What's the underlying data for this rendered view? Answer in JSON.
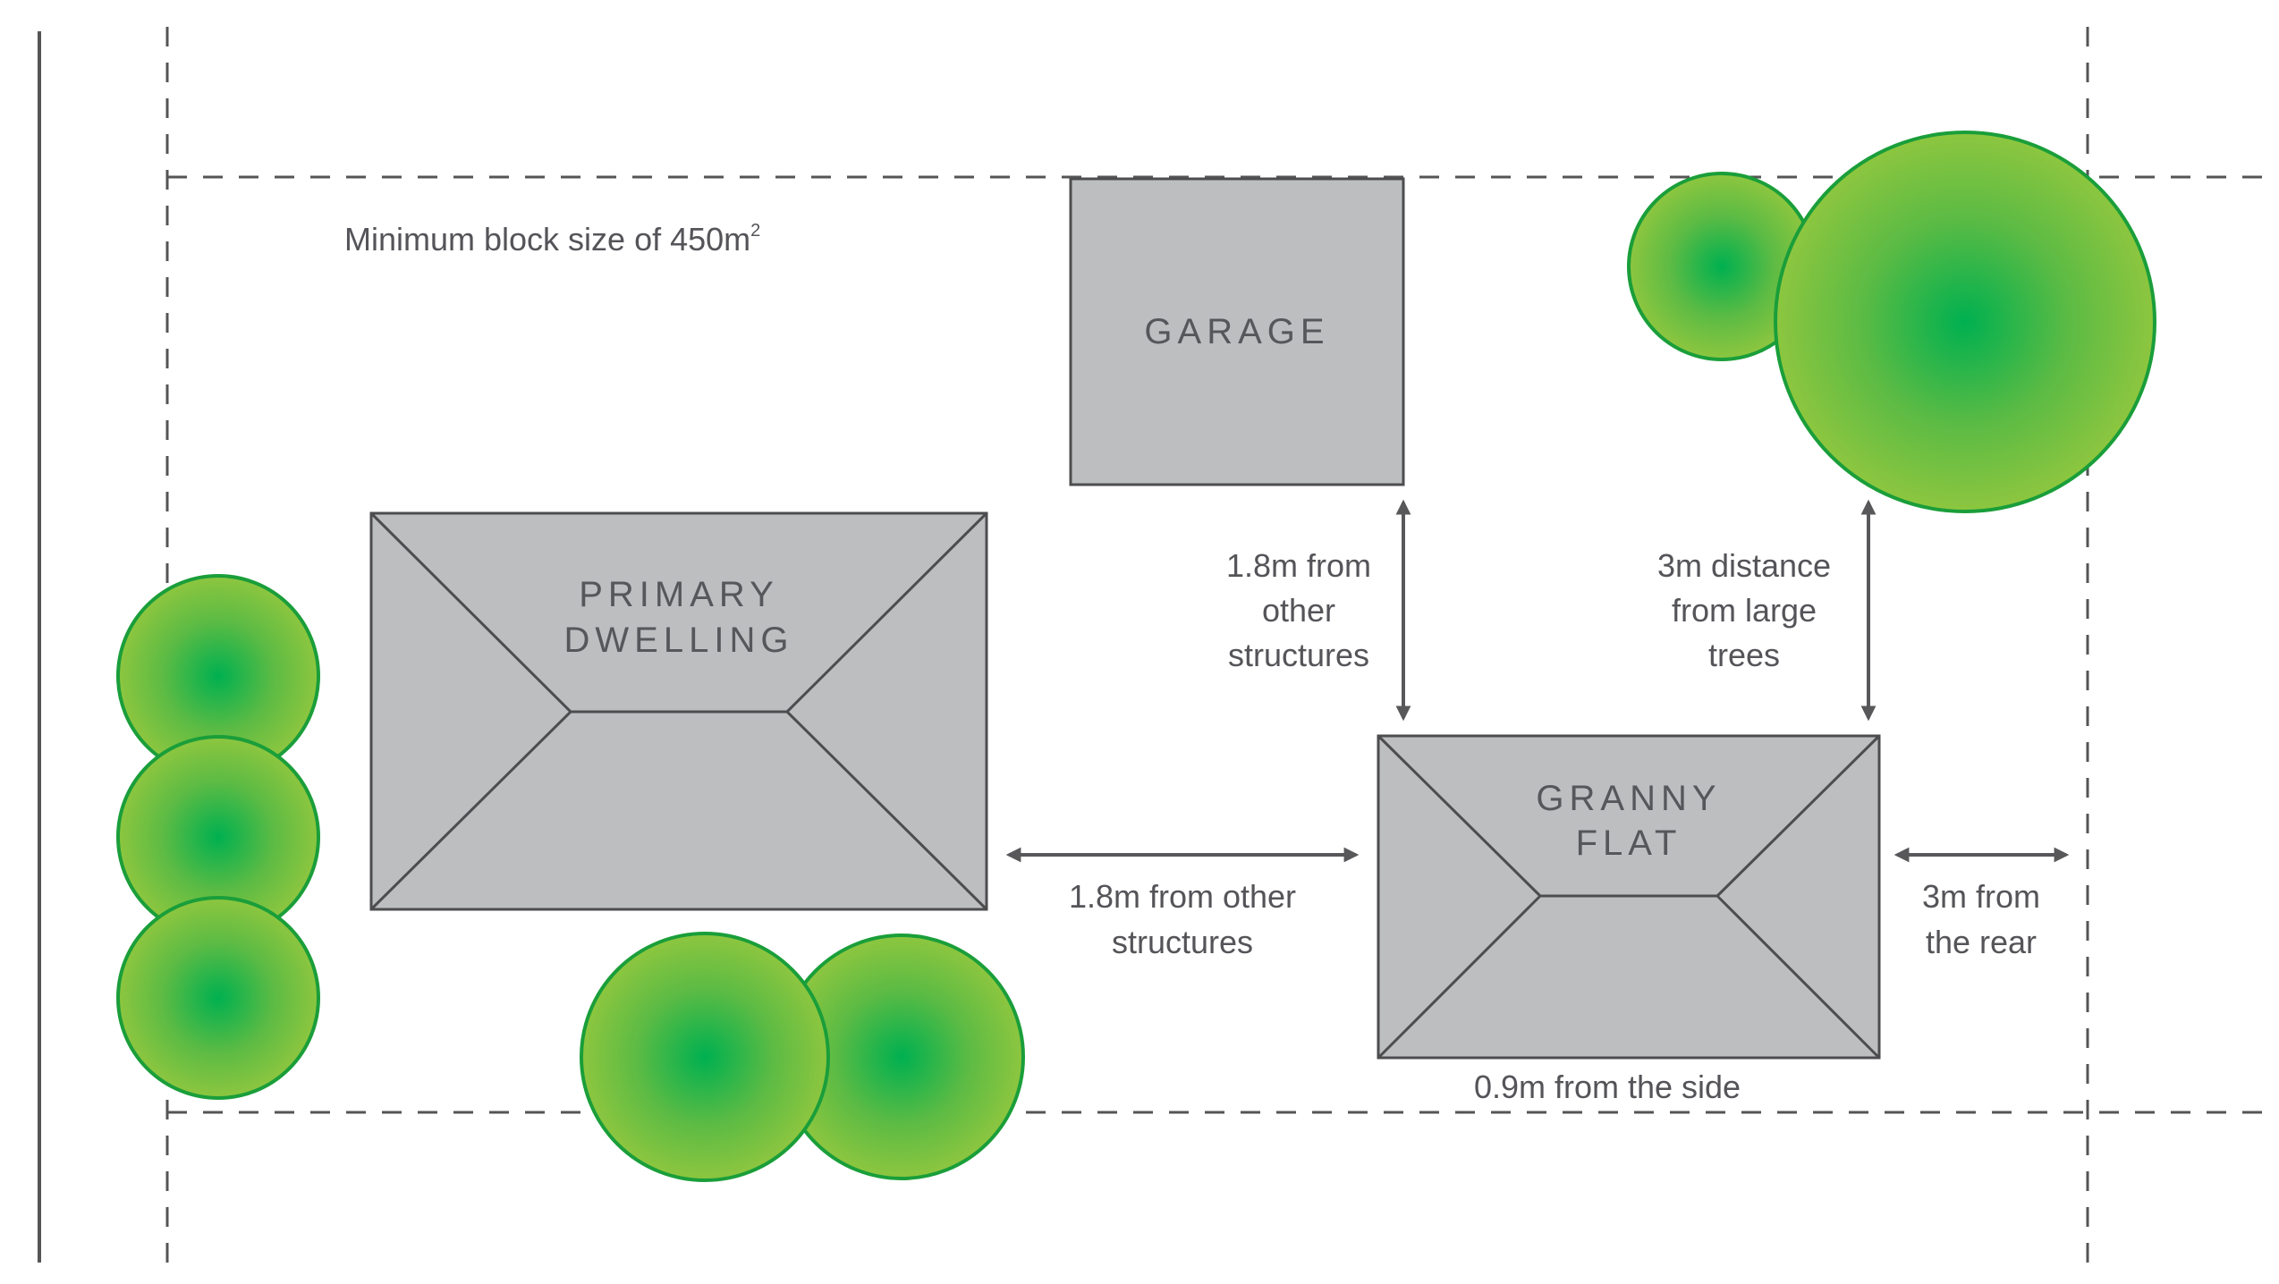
{
  "caption": {
    "block_size_text": "Minimum block size of 450m",
    "block_size_sup": "2"
  },
  "buildings": {
    "garage": "GARAGE",
    "primary_line1": "PRIMARY",
    "primary_line2": "DWELLING",
    "granny_line1": "GRANNY",
    "granny_line2": "FLAT"
  },
  "annotations": {
    "garage_gap": [
      "1.8m from",
      "other",
      "structures"
    ],
    "tree_gap": [
      "3m distance",
      "from large",
      "trees"
    ],
    "dwelling_gap": [
      "1.8m from other",
      "structures"
    ],
    "rear_gap": [
      "3m from",
      "the rear"
    ],
    "side_gap": "0.9m from the side"
  },
  "colors": {
    "building_fill": "#bcbec0",
    "building_stroke": "#4d4d4f",
    "tree_center": "#00b050",
    "tree_edge": "#8dc63f",
    "tree_stroke": "#1a9e3a",
    "boundary": "#555555",
    "arrow": "#58585a",
    "text": "#545459"
  }
}
